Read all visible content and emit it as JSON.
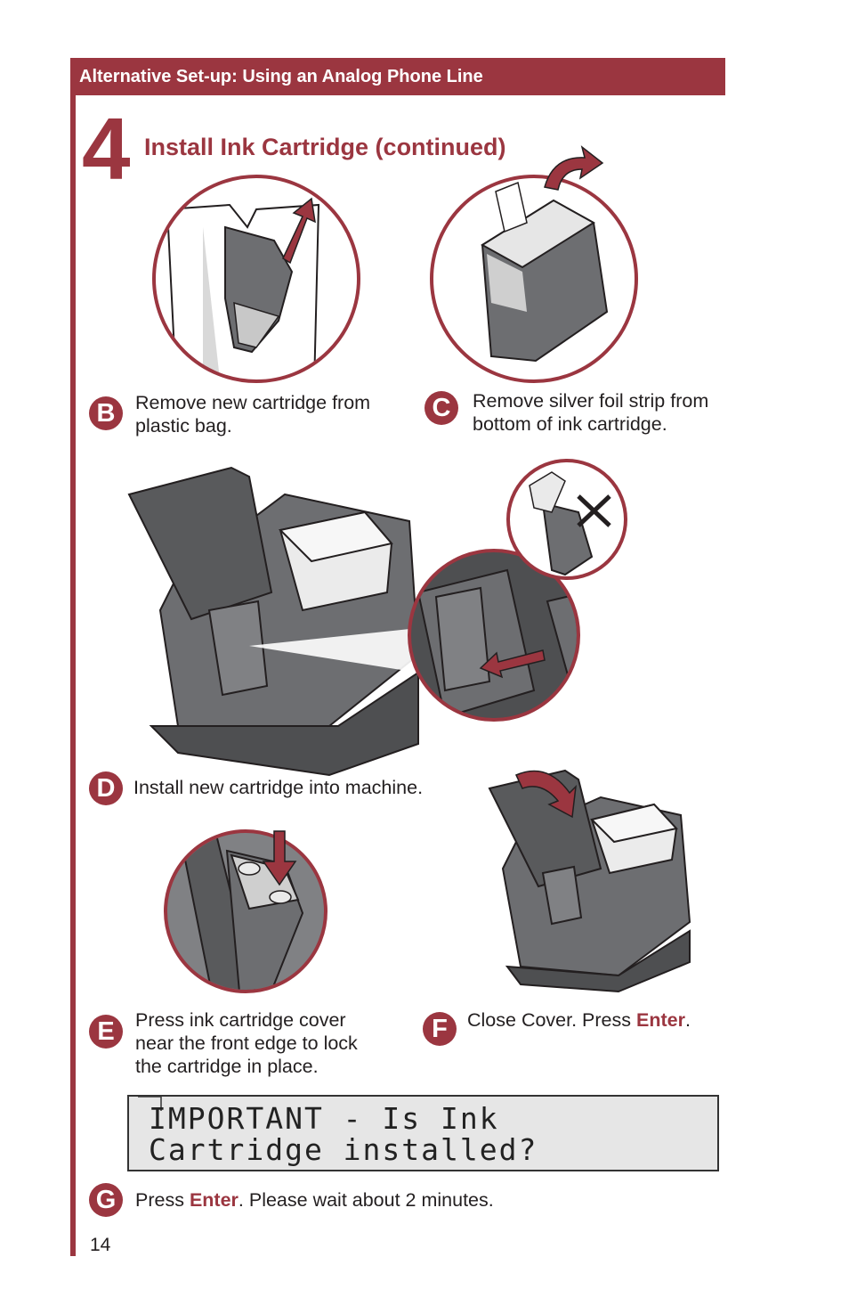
{
  "header": {
    "title": "Alternative Set-up: Using an Analog Phone Line"
  },
  "step": {
    "number": "4",
    "title": "Install Ink Cartridge (continued)"
  },
  "steps": [
    {
      "letter": "B",
      "text": "Remove new cartridge from\nplastic bag."
    },
    {
      "letter": "C",
      "text": "Remove silver foil strip from\nbottom of ink cartridge."
    },
    {
      "letter": "D",
      "text": "Install new cartridge into machine."
    },
    {
      "letter": "E",
      "text": "Press ink cartridge cover\nnear the front edge to lock\nthe cartridge in place."
    },
    {
      "letter": "F",
      "text_before": "Close Cover. Press ",
      "emphasis": "Enter",
      "text_after": "."
    },
    {
      "letter": "G",
      "text_before": "Press ",
      "emphasis": "Enter",
      "text_after": ". Please wait about 2 minutes."
    }
  ],
  "display": {
    "line1": "IMPORTANT - Is Ink",
    "line2": "Cartridge installed?"
  },
  "page_number": "14",
  "colors": {
    "accent": "#9b3640",
    "lcd_background": "#e6e6e6",
    "machine_gray": "#6d6e71"
  },
  "icons": [
    "lift-arrow-icon",
    "peel-arrow-icon",
    "not-allowed-x-icon",
    "insert-arrow-icon",
    "press-down-arrow-icon",
    "close-cover-arrow-icon"
  ]
}
